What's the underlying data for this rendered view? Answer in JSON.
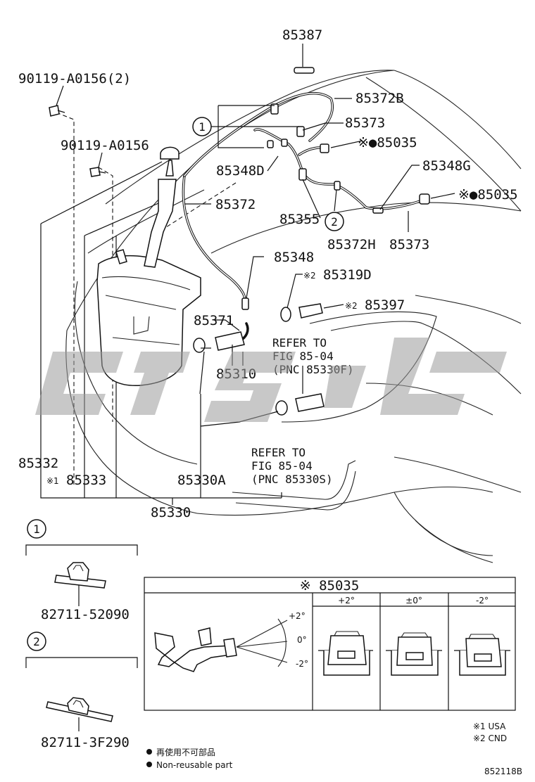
{
  "diagram_id": "852118B",
  "callouts": {
    "c85387": "85387",
    "c90119_2": "90119-A0156(2)",
    "c90119": "90119-A0156",
    "c85372B": "85372B",
    "c85373a": "85373",
    "c85035a": "※●85035",
    "c85348D": "85348D",
    "c85348G": "85348G",
    "c85035b": "※●85035",
    "c85372": "85372",
    "c85355": "85355",
    "c85372H": "85372H",
    "c85373b": "85373",
    "c85348": "85348",
    "c85319D": "85319D",
    "c85319D_mark": "※2",
    "c85397": "85397",
    "c85397_mark": "※2",
    "c85371": "85371",
    "c85310": "85310",
    "c85332": "85332",
    "c85333": "85333",
    "c85333_mark": "※1",
    "c85330A": "85330A",
    "c85330": "85330"
  },
  "refers": {
    "r1_line1": "REFER TO",
    "r1_line2": "FIG 85-04",
    "r1_line3": "(PNC 85330F)",
    "r2_line1": "REFER TO",
    "r2_line2": "FIG 85-04",
    "r2_line3": "(PNC 85330S)"
  },
  "circle_marks": {
    "one": "1",
    "two": "2"
  },
  "clips": {
    "one": {
      "number": "1",
      "part": "82711-52090"
    },
    "two": {
      "number": "2",
      "part": "82711-3F290"
    }
  },
  "nozzle_table": {
    "title": "※ 85035",
    "angle_up": "+2°",
    "angle_zero": "0°",
    "angle_down": "-2°",
    "columns": [
      "+2°",
      "±0°",
      "-2°"
    ]
  },
  "legend": {
    "cn": "再使用不可部品",
    "en": "Non-reusable part",
    "note1": "※1 USA",
    "note2": "※2 CND"
  }
}
